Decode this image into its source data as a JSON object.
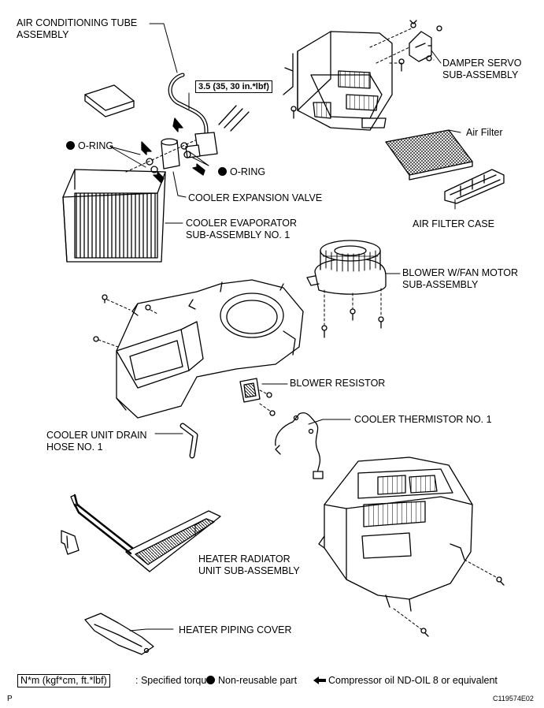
{
  "labels": {
    "ac_tube": [
      "AIR CONDITIONING TUBE",
      "ASSEMBLY"
    ],
    "damper_servo": [
      "DAMPER SERVO",
      "SUB-ASSEMBLY"
    ],
    "torque": "3.5 (35, 30 in.*lbf)",
    "air_filter": "Air Filter",
    "oring_left": "O-RING",
    "oring_right": "O-RING",
    "expansion_valve": "COOLER EXPANSION VALVE",
    "evaporator": [
      "COOLER EVAPORATOR",
      "SUB-ASSEMBLY NO. 1"
    ],
    "air_filter_case": "AIR FILTER CASE",
    "blower_motor": [
      "BLOWER W/FAN MOTOR",
      "SUB-ASSEMBLY"
    ],
    "blower_resistor": "BLOWER RESISTOR",
    "thermistor": "COOLER THERMISTOR NO. 1",
    "drain_hose": [
      "COOLER UNIT DRAIN",
      "HOSE NO. 1"
    ],
    "heater_radiator": [
      "HEATER RADIATOR",
      "UNIT SUB-ASSEMBLY"
    ],
    "heater_piping": "HEATER PIPING COVER"
  },
  "legend": {
    "torque_unit": "N*m (kgf*cm, ft.*lbf)",
    "torque_desc": ": Specified torque",
    "nonreusable": "Non-reusable part",
    "oil": "Compressor oil ND-OIL 8 or equivalent"
  },
  "footer": {
    "left": "P",
    "code": "C119574E02"
  }
}
